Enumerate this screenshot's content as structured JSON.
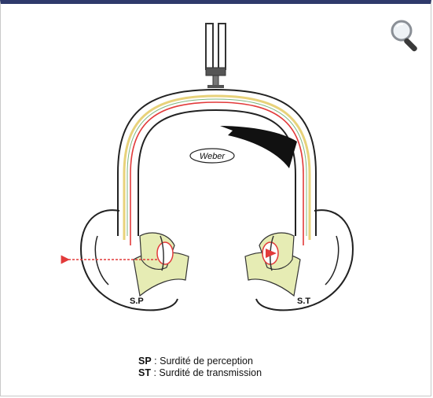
{
  "labels": {
    "weber": "Weber",
    "left_ear": "S.P",
    "right_ear": "S.T"
  },
  "legend": [
    {
      "abbr": "SP",
      "text": " : Surdité de perception"
    },
    {
      "abbr": "ST",
      "text": " : Surdité de transmission"
    }
  ],
  "icons": {
    "zoom": "magnifier-icon",
    "tuning_fork": "tuning-fork-icon"
  },
  "colors": {
    "header_bar": "#2f3a6b",
    "sound_path_red": "#e23a3a",
    "sound_path_yellow": "#e8d27a",
    "bone_fill": "#e6ecb4",
    "arrow_black": "#111111"
  }
}
